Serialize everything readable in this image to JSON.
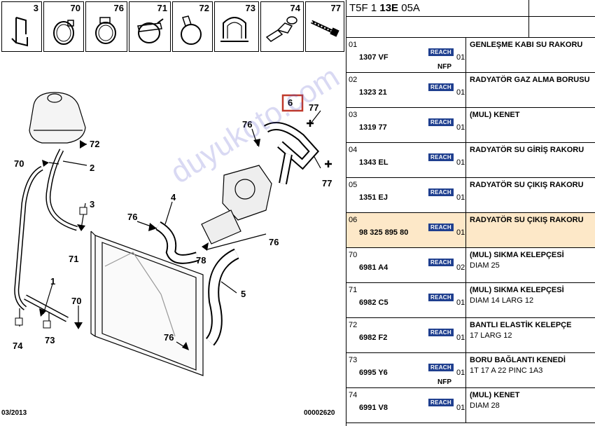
{
  "thumbnails": [
    {
      "num": "3",
      "icon": "clip-bracket-icon"
    },
    {
      "num": "70",
      "icon": "hose-clamp-icon"
    },
    {
      "num": "76",
      "icon": "hose-clamp-icon"
    },
    {
      "num": "71",
      "icon": "screw-clamp-icon"
    },
    {
      "num": "72",
      "icon": "elastic-clamp-icon"
    },
    {
      "num": "73",
      "icon": "pipe-clip-icon"
    },
    {
      "num": "74",
      "icon": "cable-tie-clip-icon"
    },
    {
      "num": "77",
      "icon": "bolt-icon"
    }
  ],
  "callouts": {
    "c6": "6",
    "c77a": "77",
    "c76a": "76",
    "c72": "72",
    "c70a": "70",
    "c2": "2",
    "c3": "3",
    "c4": "4",
    "c76b": "76",
    "c76c": "76",
    "c71": "71",
    "c78": "78",
    "c77b": "77",
    "c1": "1",
    "c70b": "70",
    "c5": "5",
    "c74": "74",
    "c73": "73",
    "c76d": "76"
  },
  "footer": {
    "date": "03/2013",
    "code": "00002620"
  },
  "watermark": "duyukoto.com",
  "header": {
    "ref_prefix": "T5F 1 ",
    "ref_bold": "13E",
    "ref_suffix": " 05A"
  },
  "rows": [
    {
      "idx": "01",
      "ref": "1307 VF",
      "reach": "REACH",
      "qty": "01",
      "nfp": "NFP",
      "desc": "GENLEŞME KABI SU RAKORU",
      "desc2": "",
      "hl": false
    },
    {
      "idx": "02",
      "ref": "1323 21",
      "reach": "REACH",
      "qty": "01",
      "nfp": "",
      "desc": "RADYATÖR GAZ ALMA BORUSU",
      "desc2": "",
      "hl": false
    },
    {
      "idx": "03",
      "ref": "1319 77",
      "reach": "REACH",
      "qty": "01",
      "nfp": "",
      "desc": "(MUL) KENET",
      "desc2": "",
      "hl": false
    },
    {
      "idx": "04",
      "ref": "1343 EL",
      "reach": "REACH",
      "qty": "01",
      "nfp": "",
      "desc": "RADYATÖR SU GİRİŞ RAKORU",
      "desc2": "",
      "hl": false
    },
    {
      "idx": "05",
      "ref": "1351 EJ",
      "reach": "REACH",
      "qty": "01",
      "nfp": "",
      "desc": "RADYATÖR SU ÇIKIŞ RAKORU",
      "desc2": "",
      "hl": false
    },
    {
      "idx": "06",
      "ref": "98 325 895 80",
      "reach": "REACH",
      "qty": "01",
      "nfp": "",
      "desc": "RADYATÖR SU ÇIKIŞ RAKORU",
      "desc2": "",
      "hl": true
    },
    {
      "idx": "70",
      "ref": "6981 A4",
      "reach": "REACH",
      "qty": "02",
      "nfp": "",
      "desc": "(MUL) SIKMA KELEPÇESİ",
      "desc2": "DIAM 25",
      "hl": false
    },
    {
      "idx": "71",
      "ref": "6982 C5",
      "reach": "REACH",
      "qty": "01",
      "nfp": "",
      "desc": "(MUL) SIKMA KELEPÇESİ",
      "desc2": "DIAM 14 LARG 12",
      "hl": false
    },
    {
      "idx": "72",
      "ref": "6982 F2",
      "reach": "REACH",
      "qty": "01",
      "nfp": "",
      "desc": "BANTLI ELASTİK KELEPÇE",
      "desc2": "17 LARG 12",
      "hl": false
    },
    {
      "idx": "73",
      "ref": "6995 Y6",
      "reach": "REACH",
      "qty": "01",
      "nfp": "NFP",
      "desc": "BORU BAĞLANTI KENEDİ",
      "desc2": "1T 17 A 22 PINC 1A3",
      "hl": false
    },
    {
      "idx": "74",
      "ref": "6991 V8",
      "reach": "REACH",
      "qty": "01",
      "nfp": "",
      "desc": "(MUL) KENET",
      "desc2": "DIAM 28",
      "hl": false
    }
  ],
  "colors": {
    "reach_badge": "#1f3f8f",
    "highlight_row": "#fde8c8",
    "callout_box": "#c0392b"
  }
}
